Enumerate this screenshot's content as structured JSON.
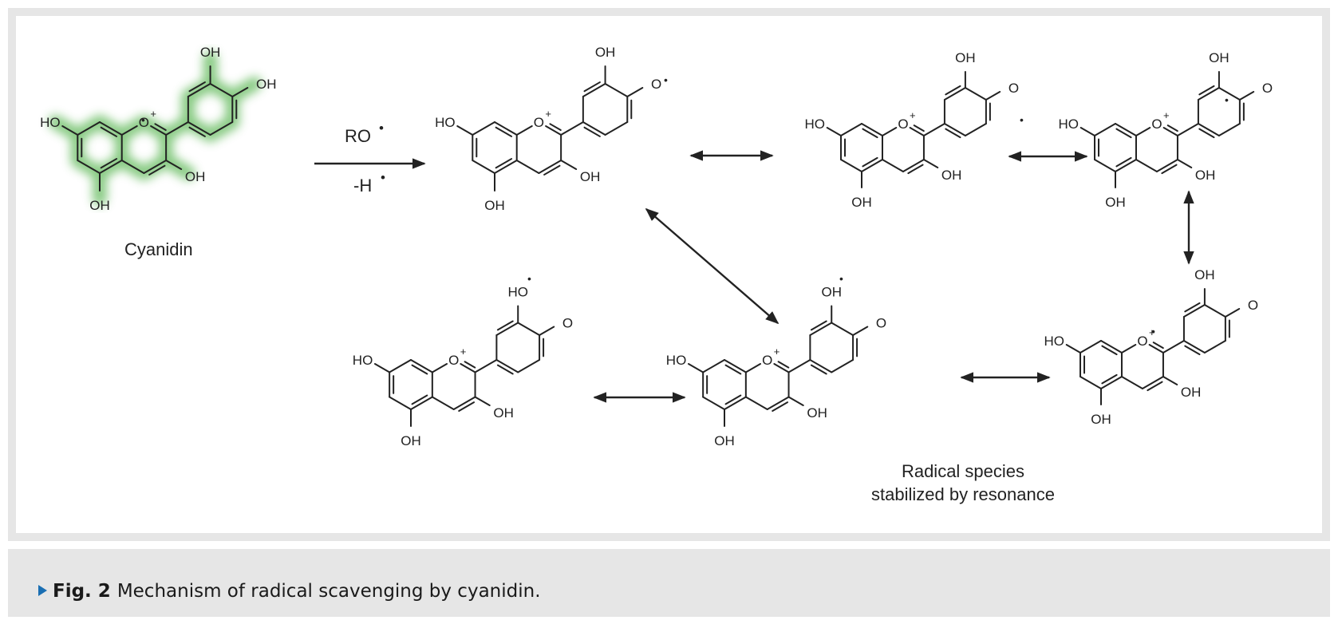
{
  "molecules": {
    "cyanidin": {
      "name": "Cyanidin",
      "highlight_color": "#7cc576",
      "atoms": {
        "oh_b_top": "OH",
        "oh_b_right": "OH",
        "oh_a7": "HO",
        "o_ring": "O",
        "oh_c3": "OH",
        "oh_a5": "OH"
      }
    },
    "radical_1": {
      "atoms": {
        "o_b4": "O",
        "oh_b3": "OH",
        "oh_a7": "HO",
        "o_ring": "O",
        "oh_c3": "OH",
        "oh_a5": "OH"
      }
    },
    "radical_2": {
      "atoms": {
        "oh_b3": "OH",
        "o_b4": "O",
        "oh_a7": "HO",
        "o_ring": "O",
        "oh_c3": "OH",
        "oh_a5": "OH"
      }
    },
    "radical_3": {
      "atoms": {
        "oh_b3": "OH",
        "o_b4": "O",
        "oh_a7": "HO",
        "o_ring": "O",
        "oh_c3": "OH",
        "oh_a5": "OH"
      }
    },
    "radical_4": {
      "atoms": {
        "oh_b3": "OH",
        "o_b4": "O",
        "oh_a7": "HO",
        "o_ring": "O",
        "oh_c3": "OH",
        "oh_a5": "OH"
      }
    },
    "radical_5": {
      "atoms": {
        "oh_b3": "OH",
        "o_b4": "O",
        "oh_a7": "HO",
        "o_ring": "O",
        "oh_c3": "OH",
        "oh_a5": "OH"
      }
    },
    "radical_6": {
      "atoms": {
        "oh_b3": "HO",
        "o_b4": "O",
        "oh_a7": "HO",
        "o_ring": "O",
        "oh_c3": "OH",
        "oh_a5": "OH"
      }
    }
  },
  "reaction": {
    "reagent": "RO",
    "byproduct": "-H"
  },
  "radical_dot": "•",
  "charge_plus": "+",
  "resonance_label": {
    "line1": "Radical species",
    "line2": "stabilized by resonance"
  },
  "caption": {
    "label": "Fig. 2",
    "text": "Mechanism of radical scavenging by cyanidin."
  }
}
